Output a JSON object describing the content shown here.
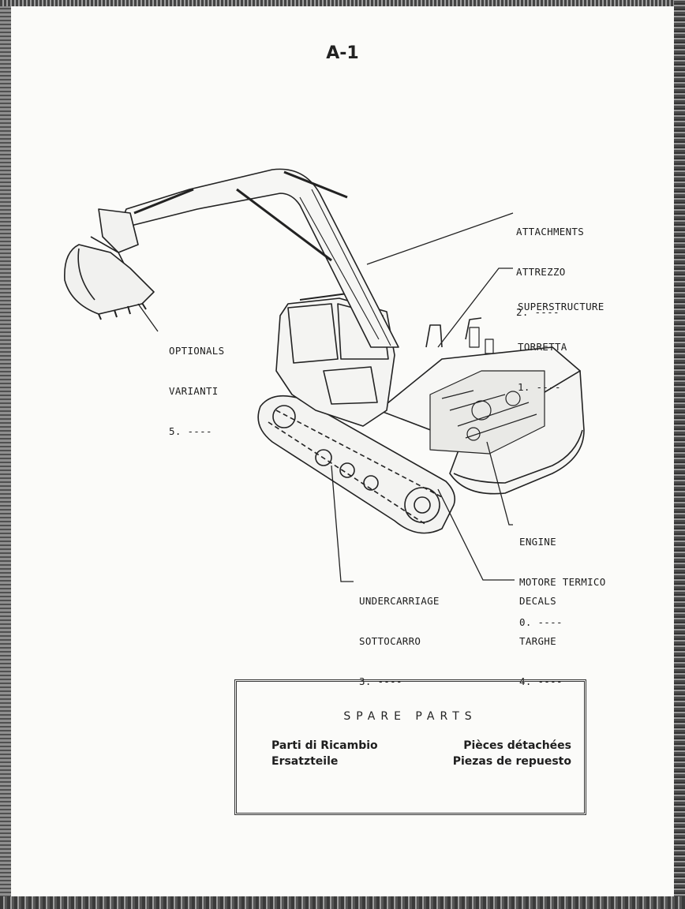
{
  "page": {
    "number": "A-1"
  },
  "labels": {
    "attachments": {
      "en": "ATTACHMENTS",
      "it": "ATTREZZO",
      "code": "2. ----"
    },
    "superstructure": {
      "en": "SUPERSTRUCTURE",
      "it": "TORRETTA",
      "code": "1. ----"
    },
    "optionals": {
      "en": "OPTIONALS",
      "it": "VARIANTI",
      "code": "5. ----"
    },
    "engine": {
      "en": "ENGINE",
      "it": "MOTORE TERMICO",
      "code": "0. ----"
    },
    "undercarriage": {
      "en": "UNDERCARRIAGE",
      "it": "SOTTOCARRO",
      "code": "3. ----"
    },
    "decals": {
      "en": "DECALS",
      "it": "TARGHE",
      "code": "4. ----"
    }
  },
  "spare_parts": {
    "title": "SPARE  PARTS",
    "it": "Parti di Ricambio",
    "de": "Ersatzteile",
    "fr": "Pièces détachées",
    "es": "Piezas de repuesto"
  }
}
